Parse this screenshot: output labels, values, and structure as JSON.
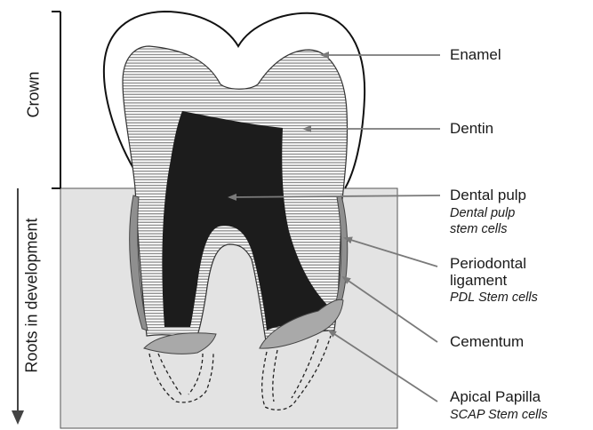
{
  "regions": {
    "crown": "Crown",
    "roots": "Roots in development"
  },
  "labels": {
    "enamel": "Enamel",
    "dentin": "Dentin",
    "pulp": "Dental pulp",
    "pulp_cells_1": "Dental pulp",
    "pulp_cells_2": "stem cells",
    "pdl_1": "Periodontal",
    "pdl_2": "ligament",
    "pdl_cells": "PDL Stem cells",
    "cementum": "Cementum",
    "papilla": "Apical Papilla",
    "papilla_cells": "SCAP Stem cells"
  },
  "colors": {
    "bone_region": "#e3e3e3",
    "dentin_stripe": "#8a8a8a",
    "pulp": "#1c1c1c",
    "pdl": "#8f8f8f",
    "papilla": "#a9a9a9",
    "arrow": "#7a7a7a"
  }
}
